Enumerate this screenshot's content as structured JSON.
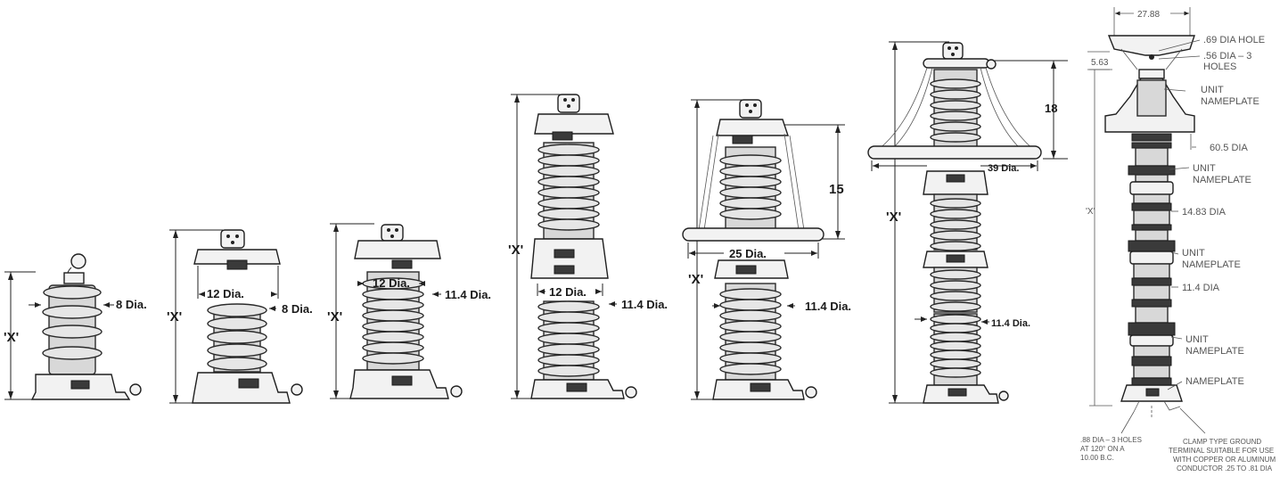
{
  "figures": [
    {
      "height_label": "'X'",
      "diameters": [
        "8 Dia."
      ]
    },
    {
      "height_label": "'X'",
      "diameters": [
        "12 Dia.",
        "8 Dia."
      ]
    },
    {
      "height_label": "'X'",
      "diameters": [
        "12 Dia.",
        "11.4 Dia."
      ]
    },
    {
      "height_label": "'X'",
      "diameters": [
        "12 Dia.",
        "11.4 Dia."
      ]
    },
    {
      "height_label": "'X'",
      "diameters": [
        "25 Dia.",
        "11.4 Dia."
      ],
      "ring_height": "15"
    },
    {
      "height_label": "'X'",
      "diameters": [
        "39 Dia.",
        "11.4 Dia."
      ],
      "ring_height": "18"
    },
    {
      "height_label": "'X'",
      "top_width": "27.88",
      "top_offset": "5.63",
      "callouts": [
        ".69 DIA HOLE",
        ".56 DIA – 3",
        "HOLES",
        "UNIT",
        "NAMEPLATE",
        "60.5 DIA",
        "UNIT",
        "NAMEPLATE",
        "14.83 DIA",
        "UNIT",
        "NAMEPLATE",
        "11.4 DIA",
        "UNIT",
        "NAMEPLATE",
        "NAMEPLATE"
      ],
      "base_note": [
        ".88 DIA – 3 HOLES",
        "AT 120° ON A",
        "10.00 B.C."
      ],
      "ground_note": [
        "CLAMP TYPE GROUND",
        "TERMINAL SUITABLE FOR USE",
        "WITH COPPER OR ALUMINUM",
        "CONDUCTOR .25 TO .81 DIA"
      ]
    }
  ]
}
